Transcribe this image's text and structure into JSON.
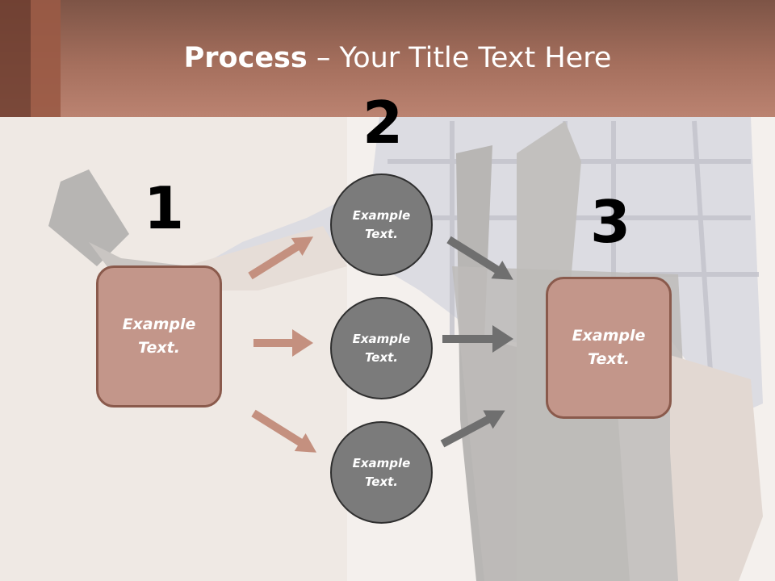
{
  "slide": {
    "title_bold": "Process",
    "title_rest": " – Your Title Text Here"
  },
  "steps": {
    "step1_number": "1",
    "step2_number": "2",
    "step3_number": "3"
  },
  "nodes": {
    "left_box": "Example\nText.",
    "circle_top": "Example\nText.",
    "circle_middle": "Example\nText.",
    "circle_bottom": "Example\nText.",
    "right_box": "Example\nText."
  },
  "colors": {
    "header": "#a56f5d",
    "box_fill": "#c3968a",
    "circle_fill": "#7b7b7b",
    "arrow_left": "#c4907f",
    "arrow_right": "#6f6f6f"
  }
}
